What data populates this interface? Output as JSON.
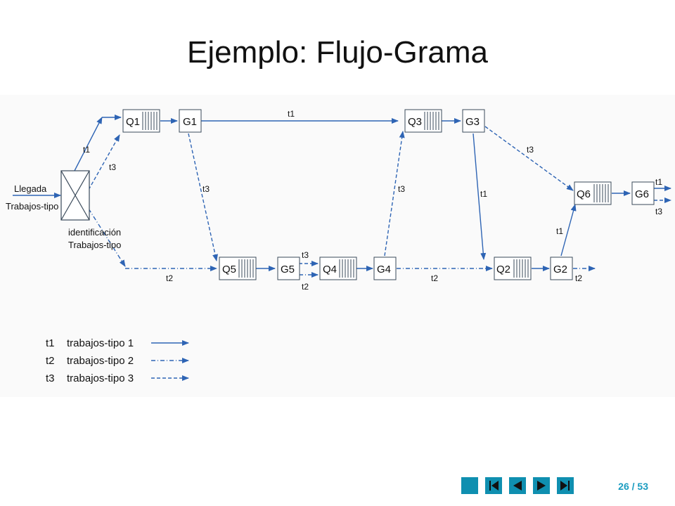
{
  "slide": {
    "title": "Ejemplo: Flujo-Grama",
    "page": "26 / 53"
  },
  "diagram": {
    "arrival_label_1": "Llegada",
    "arrival_label_2": "Trabajos-tipo",
    "id_label_1": "identificación",
    "id_label_2": "Trabajos-tipo",
    "nodes": {
      "Q1": "Q1",
      "G1": "G1",
      "Q3": "Q3",
      "G3": "G3",
      "Q5": "Q5",
      "G5": "G5",
      "Q4": "Q4",
      "G4": "G4",
      "Q2": "Q2",
      "G2": "G2",
      "Q6": "Q6",
      "G6": "G6"
    },
    "flow_labels": {
      "t1_id": "t1",
      "t3_id": "t3",
      "t2_id": "t2",
      "t1_top": "t1",
      "t3_g1": "t3",
      "t3_g5": "t3",
      "t2_g5": "t2",
      "t3_g4": "t3",
      "t2_g4": "t2",
      "t3_g3": "t3",
      "t1_g3": "t1",
      "t1_g2": "t1",
      "t2_g2": "t2",
      "t1_g6": "t1",
      "t3_g6": "t3"
    },
    "legend": [
      {
        "code": "t1",
        "text": "trabajos-tipo 1"
      },
      {
        "code": "t2",
        "text": "trabajos-tipo 2"
      },
      {
        "code": "t3",
        "text": "trabajos-tipo 3"
      }
    ],
    "colors": {
      "line": "#2e64b4",
      "box": "#3a4a5a"
    }
  },
  "navigation": {
    "buttons": [
      "first-page",
      "previous-section",
      "previous-page",
      "next-page",
      "last-page"
    ],
    "color": "#0f8fb0"
  }
}
